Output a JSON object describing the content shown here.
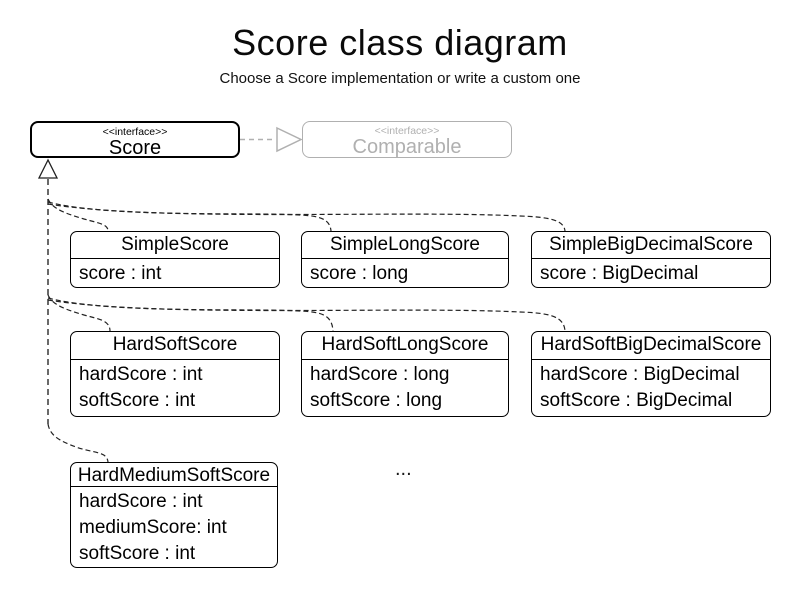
{
  "header": {
    "title": "Score class diagram",
    "subtitle": "Choose a Score implementation or write a custom one"
  },
  "interfaces": {
    "score": {
      "stereotype": "<<interface>>",
      "name": "Score"
    },
    "comparable": {
      "stereotype": "<<interface>>",
      "name": "Comparable"
    }
  },
  "classes": [
    {
      "name": "SimpleScore",
      "attributes": [
        "score : int"
      ]
    },
    {
      "name": "SimpleLongScore",
      "attributes": [
        "score : long"
      ]
    },
    {
      "name": "SimpleBigDecimalScore",
      "attributes": [
        "score : BigDecimal"
      ]
    },
    {
      "name": "HardSoftScore",
      "attributes": [
        "hardScore : int",
        "softScore : int"
      ]
    },
    {
      "name": "HardSoftLongScore",
      "attributes": [
        "hardScore : long",
        "softScore : long"
      ]
    },
    {
      "name": "HardSoftBigDecimalScore",
      "attributes": [
        "hardScore : BigDecimal",
        "softScore : BigDecimal"
      ]
    },
    {
      "name": "HardMediumSoftScore",
      "attributes": [
        "hardScore : int",
        "mediumScore: int",
        "softScore : int"
      ]
    }
  ],
  "ellipsis": "...",
  "colors": {
    "class_border": "#000000",
    "muted_gray": "#b0b0b0",
    "connector": "#222222",
    "trunk": "#444444",
    "background": "#ffffff"
  }
}
